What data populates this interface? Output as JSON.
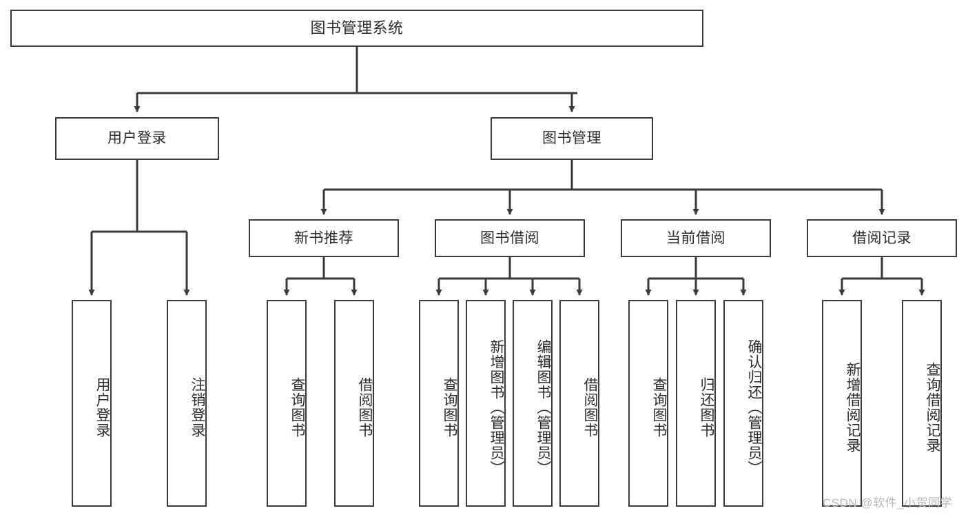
{
  "diagram": {
    "title": "图书管理系统",
    "type": "tree",
    "watermark": "CSDN @软件_小贺同学",
    "colors": {
      "box_border": "#3a3a3a",
      "box_fill": "#ffffff",
      "connector": "#3a3a3a",
      "text": "#2b2b2b",
      "watermark": "#b9b9b9"
    },
    "levels": {
      "root": "图书管理系统",
      "level2": [
        "用户登录",
        "图书管理"
      ],
      "level3": [
        "新书推荐",
        "图书借阅",
        "当前借阅",
        "借阅记录"
      ],
      "leaves": [
        "用户登录",
        "注销登录",
        "查询图书",
        "借阅图书",
        "查询图书",
        "新增图书（管理员）",
        "编辑图书（管理员）",
        "借阅图书",
        "查询图书",
        "归还图书",
        "确认归还（管理员）",
        "新增借阅记录",
        "查询借阅记录"
      ]
    },
    "nodes": {
      "root": {
        "label": "图书管理系统"
      },
      "user_login": {
        "label": "用户登录"
      },
      "book_manage": {
        "label": "图书管理"
      },
      "new_book_rec": {
        "label": "新书推荐"
      },
      "book_borrow": {
        "label": "图书借阅"
      },
      "current_borrow": {
        "label": "当前借阅"
      },
      "borrow_record": {
        "label": "借阅记录"
      },
      "leaf_user_login": {
        "label": "用户登录"
      },
      "leaf_logout": {
        "label": "注销登录"
      },
      "leaf_query_book_a": {
        "label": "查询图书"
      },
      "leaf_borrow_book_a": {
        "label": "借阅图书"
      },
      "leaf_query_book_b": {
        "label": "查询图书"
      },
      "leaf_add_book": {
        "label": "新增图书（管理员）"
      },
      "leaf_edit_book": {
        "label": "编辑图书（管理员）"
      },
      "leaf_borrow_book_b": {
        "label": "借阅图书"
      },
      "leaf_query_book_c": {
        "label": "查询图书"
      },
      "leaf_return_book": {
        "label": "归还图书"
      },
      "leaf_confirm_return": {
        "label": "确认归还（管理员）"
      },
      "leaf_add_record": {
        "label": "新增借阅记录"
      },
      "leaf_query_record": {
        "label": "查询借阅记录"
      }
    },
    "edges": [
      {
        "from": "root",
        "to": "user_login"
      },
      {
        "from": "root",
        "to": "book_manage"
      },
      {
        "from": "user_login",
        "to": "leaf_user_login"
      },
      {
        "from": "user_login",
        "to": "leaf_logout"
      },
      {
        "from": "book_manage",
        "to": "new_book_rec"
      },
      {
        "from": "book_manage",
        "to": "book_borrow"
      },
      {
        "from": "book_manage",
        "to": "current_borrow"
      },
      {
        "from": "book_manage",
        "to": "borrow_record"
      },
      {
        "from": "new_book_rec",
        "to": "leaf_query_book_a"
      },
      {
        "from": "new_book_rec",
        "to": "leaf_borrow_book_a"
      },
      {
        "from": "book_borrow",
        "to": "leaf_query_book_b"
      },
      {
        "from": "book_borrow",
        "to": "leaf_add_book"
      },
      {
        "from": "book_borrow",
        "to": "leaf_edit_book"
      },
      {
        "from": "book_borrow",
        "to": "leaf_borrow_book_b"
      },
      {
        "from": "current_borrow",
        "to": "leaf_query_book_c"
      },
      {
        "from": "current_borrow",
        "to": "leaf_return_book"
      },
      {
        "from": "current_borrow",
        "to": "leaf_confirm_return"
      },
      {
        "from": "borrow_record",
        "to": "leaf_add_record"
      },
      {
        "from": "borrow_record",
        "to": "leaf_query_record"
      }
    ]
  }
}
